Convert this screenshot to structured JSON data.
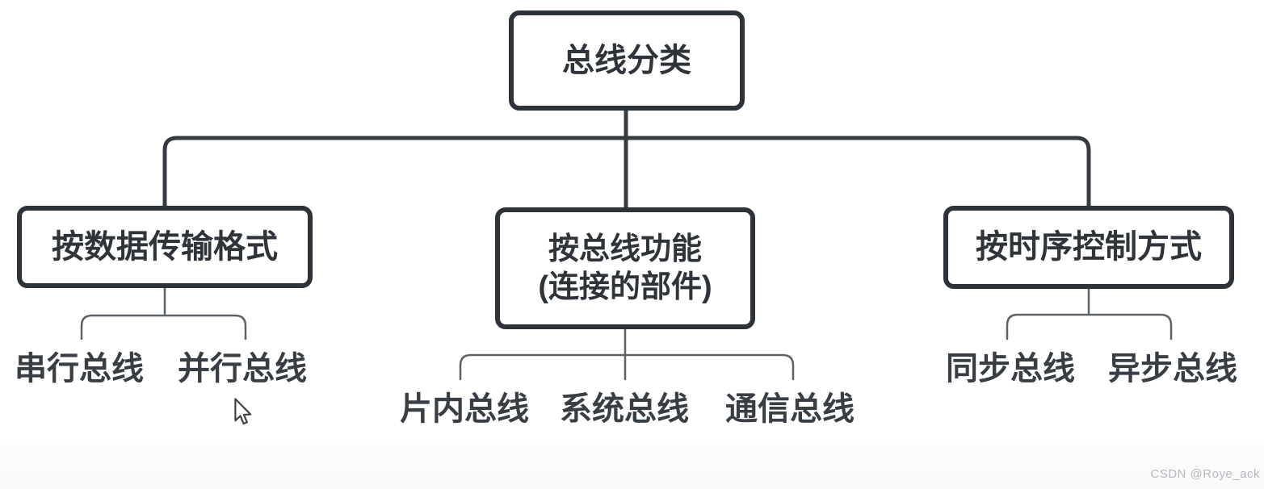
{
  "diagram": {
    "root": {
      "label": "总线分类"
    },
    "branches": [
      {
        "label": "按数据传输格式",
        "children": [
          "串行总线",
          "并行总线"
        ]
      },
      {
        "label": "按总线功能",
        "label_line2": "(连接的部件)",
        "children": [
          "片内总线",
          "系统总线",
          "通信总线"
        ]
      },
      {
        "label": "按时序控制方式",
        "children": [
          "同步总线",
          "异步总线"
        ]
      }
    ]
  },
  "watermark": "CSDN @Roye_ack",
  "colors": {
    "node_border": "#2e3339",
    "node_text": "#2f343a",
    "main_connector": "#363b42",
    "bracket_connector": "#5d6268",
    "leaf_text": "#393e44",
    "watermark_text": "#b5b8bc",
    "background": "#ffffff"
  }
}
